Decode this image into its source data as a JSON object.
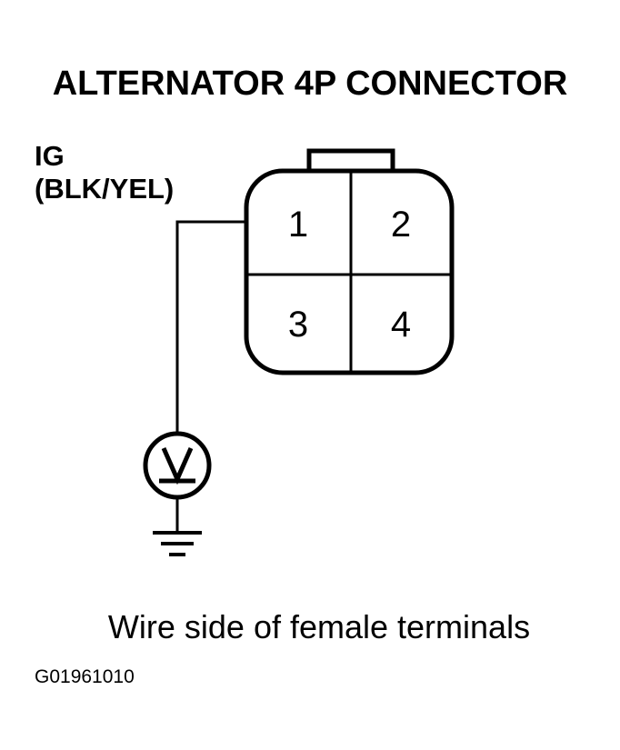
{
  "diagram": {
    "title": "ALTERNATOR 4P CONNECTOR",
    "wire": {
      "circuit": "IG",
      "color": "(BLK/YEL)"
    },
    "connector": {
      "terminals": [
        "1",
        "2",
        "3",
        "4"
      ]
    },
    "meter": {
      "symbol": "V"
    },
    "caption": "Wire side of female terminals",
    "figure_id": "G01961010"
  }
}
